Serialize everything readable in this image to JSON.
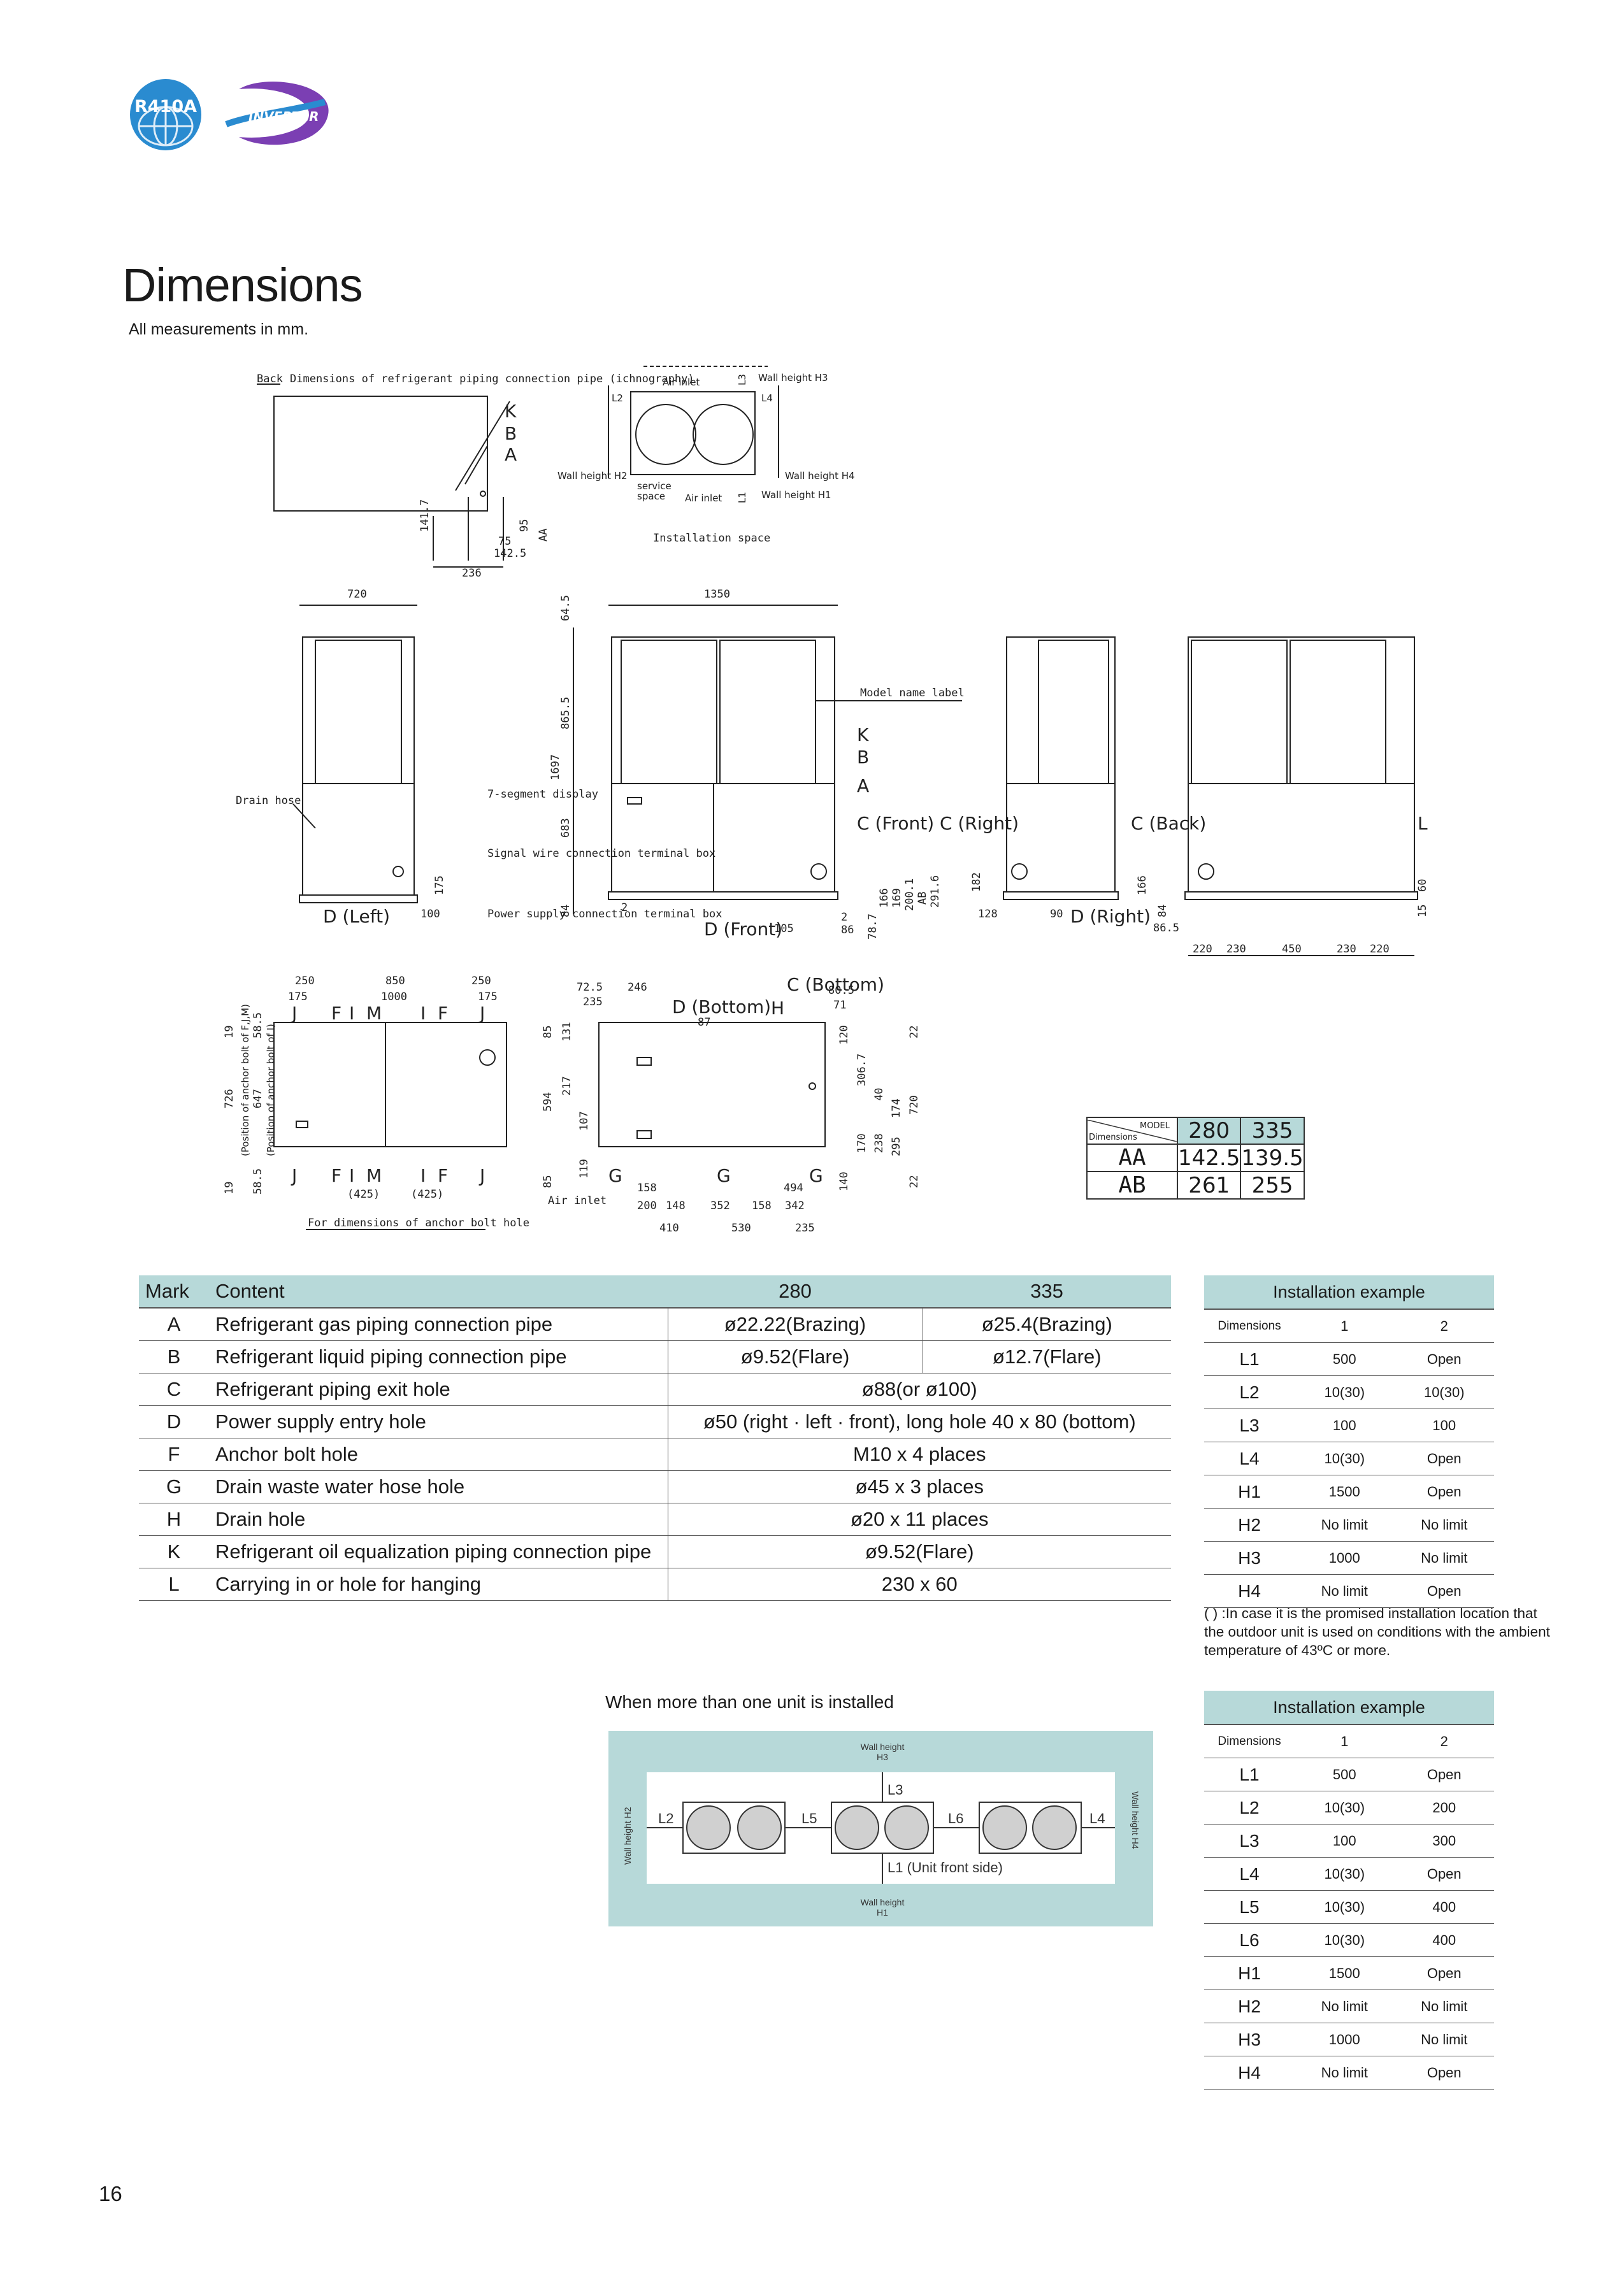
{
  "header": {
    "r410a_logo_text": "R410A",
    "inverter_logo_text": "INVERTER",
    "title": "Dimensions",
    "subtitle": "All measurements in mm."
  },
  "drawing": {
    "piping_caption_back": "Back",
    "piping_caption": "Dimensions of refrigerant piping connection pipe (ichnography)",
    "piping_letters": [
      "K",
      "B",
      "A"
    ],
    "piping_dims": [
      "141.7",
      "95",
      "AA",
      "75",
      "142.5",
      "236"
    ],
    "install_space": {
      "air_inlet": "Air inlet",
      "wall_h3": "Wall height H3",
      "wall_h2": "Wall height H2",
      "wall_h4": "Wall height H4",
      "wall_h1": "Wall height H1",
      "l1": "L1",
      "l2": "L2",
      "l3": "L3",
      "l4": "L4",
      "service_space_1": "service",
      "service_space_2": "space",
      "caption": "Installation space"
    },
    "side_left": {
      "width": "720",
      "drain_hose": "Drain hose",
      "view": "D (Left)",
      "d100": "100",
      "d175": "175"
    },
    "front": {
      "width": "1350",
      "heights": [
        "64.5",
        "865.5",
        "1697",
        "683",
        "84"
      ],
      "labels": [
        "7-segment display",
        "Signal wire connection terminal box",
        "Power supply connection terminal box"
      ],
      "model_label": "Model name label",
      "letters": [
        "K",
        "B",
        "A",
        "C (Front)"
      ],
      "view": "D (Front)",
      "dims": [
        "2",
        "105",
        "2",
        "86",
        "78.7",
        "166",
        "169",
        "200.1",
        "AB",
        "291.6"
      ]
    },
    "right": {
      "view_c": "C (Right)",
      "view_d": "D (Right)",
      "dims": [
        "182",
        "128",
        "90"
      ]
    },
    "back": {
      "view": "C (Back)",
      "letter": "L",
      "dims": [
        "166",
        "84",
        "86.5",
        "220",
        "230",
        "450",
        "230",
        "220",
        "60",
        "15"
      ]
    },
    "bottom_left": {
      "top_dims": [
        "250",
        "850",
        "250",
        "175",
        "1000",
        "175"
      ],
      "left_dims": [
        "19",
        "58.5",
        "726",
        "647",
        "58.5",
        "19"
      ],
      "pos_label_1": "(Position of anchor bolt of F,J,M)",
      "pos_label_2": "(Position of anchor bolt of I)",
      "marks": [
        "J",
        "F",
        "I",
        "M",
        "I",
        "F",
        "J"
      ],
      "bottom_dims": [
        "(425)",
        "(425)"
      ],
      "caption": "For dimensions of anchor bolt hole"
    },
    "bottom_right": {
      "view_c": "C (Bottom)",
      "view_d": "D (Bottom)",
      "letter_h": "H",
      "letter_g": "G",
      "air_inlet": "Air inlet",
      "top_dims": [
        "72.5",
        "246",
        "235",
        "87",
        "80.5",
        "71"
      ],
      "left_dims": [
        "85",
        "131",
        "594",
        "217",
        "107",
        "119",
        "85"
      ],
      "right_dims": [
        "120",
        "306.7",
        "40",
        "174",
        "170",
        "238",
        "295",
        "720",
        "22",
        "22",
        "140"
      ],
      "bottom_dims": [
        "158",
        "494",
        "200",
        "148",
        "352",
        "158",
        "342",
        "410",
        "530",
        "235"
      ]
    }
  },
  "model_table": {
    "corner_model": "MODEL",
    "corner_dims": "Dimensions",
    "columns": [
      "280",
      "335"
    ],
    "rows": [
      {
        "label": "AA",
        "values": [
          "142.5",
          "139.5"
        ]
      },
      {
        "label": "AB",
        "values": [
          "261",
          "255"
        ]
      }
    ]
  },
  "main_table": {
    "headers": [
      "Mark",
      "Content",
      "280",
      "335"
    ],
    "rows": [
      {
        "mark": "A",
        "content": "Refrigerant gas piping connection pipe",
        "v280": "ø22.22(Brazing)",
        "v335": "ø25.4(Brazing)"
      },
      {
        "mark": "B",
        "content": "Refrigerant liquid piping connection pipe",
        "v280": "ø9.52(Flare)",
        "v335": "ø12.7(Flare)"
      },
      {
        "mark": "C",
        "content": "Refrigerant piping exit hole",
        "span": "ø88(or ø100)"
      },
      {
        "mark": "D",
        "content": "Power supply entry hole",
        "span": "ø50 (right · left · front), long hole 40 x 80 (bottom)"
      },
      {
        "mark": "F",
        "content": "Anchor bolt hole",
        "span": "M10 x 4 places"
      },
      {
        "mark": "G",
        "content": "Drain waste water hose hole",
        "span": "ø45 x 3 places"
      },
      {
        "mark": "H",
        "content": "Drain hole",
        "span": "ø20 x 11 places"
      },
      {
        "mark": "K",
        "content": "Refrigerant oil equalization piping connection pipe",
        "span": "ø9.52(Flare)"
      },
      {
        "mark": "L",
        "content": "Carrying in or hole for hanging",
        "span": "230 x 60"
      }
    ]
  },
  "installation_1": {
    "title": "Installation example",
    "header": [
      "Dimensions",
      "1",
      "2"
    ],
    "rows": [
      [
        "L1",
        "500",
        "Open"
      ],
      [
        "L2",
        "10(30)",
        "10(30)"
      ],
      [
        "L3",
        "100",
        "100"
      ],
      [
        "L4",
        "10(30)",
        "Open"
      ],
      [
        "H1",
        "1500",
        "Open"
      ],
      [
        "H2",
        "No limit",
        "No limit"
      ],
      [
        "H3",
        "1000",
        "No limit"
      ],
      [
        "H4",
        "No limit",
        "Open"
      ]
    ],
    "note": "( ) :In case it is the promised installation location that the outdoor unit is used on conditions with the ambient temperature of 43ºC or more."
  },
  "multi_unit": {
    "caption": "When more than one unit is installed",
    "wall_h3_1": "Wall height",
    "wall_h3_2": "H3",
    "wall_h1_1": "Wall height",
    "wall_h1_2": "H1",
    "wall_h2": "Wall height H2",
    "wall_h4": "Wall height H4",
    "l1": "L1 (Unit front side)",
    "l2": "L2",
    "l3": "L3",
    "l4": "L4",
    "l5": "L5",
    "l6": "L6"
  },
  "installation_2": {
    "title": "Installation example",
    "header": [
      "Dimensions",
      "1",
      "2"
    ],
    "rows": [
      [
        "L1",
        "500",
        "Open"
      ],
      [
        "L2",
        "10(30)",
        "200"
      ],
      [
        "L3",
        "100",
        "300"
      ],
      [
        "L4",
        "10(30)",
        "Open"
      ],
      [
        "L5",
        "10(30)",
        "400"
      ],
      [
        "L6",
        "10(30)",
        "400"
      ],
      [
        "H1",
        "1500",
        "Open"
      ],
      [
        "H2",
        "No limit",
        "No limit"
      ],
      [
        "H3",
        "1000",
        "No limit"
      ],
      [
        "H4",
        "No limit",
        "Open"
      ]
    ]
  },
  "footer": {
    "page_number": "16"
  },
  "colors": {
    "table_header": "#b7d9d9",
    "logo_blue": "#2a8bd0",
    "logo_purple": "#7b3fb3",
    "multi_box": "#b7d9d9"
  }
}
